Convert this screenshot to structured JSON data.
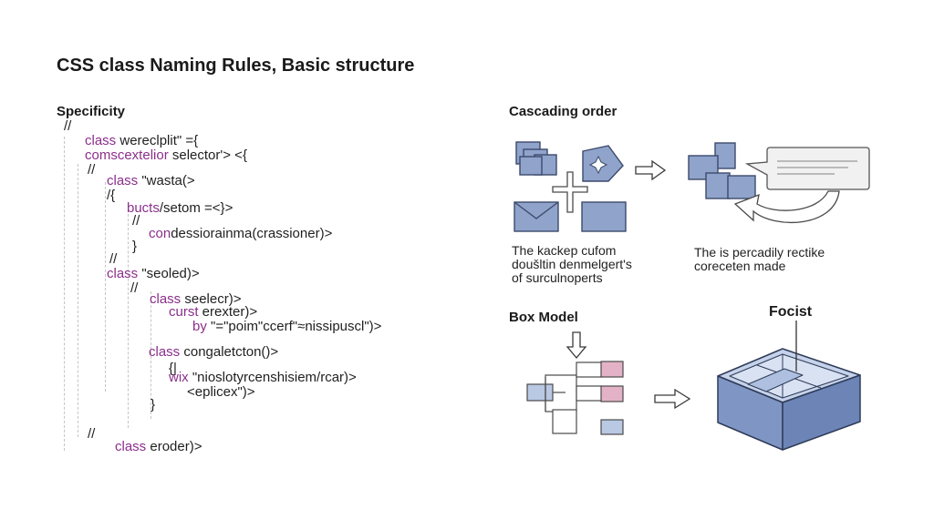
{
  "title": "CSS class Naming Rules, Basic structure",
  "sections": {
    "specificity": "Specificity",
    "cascading": "Cascading order",
    "box_model": "Box Model",
    "focist": "Focist"
  },
  "code_lines": [
    {
      "kw": "",
      "text": "//"
    },
    {
      "kw": "class",
      "text": " wereclplit\" ={"
    },
    {
      "kw": "comscextelior",
      "text": " selector'> <{"
    },
    {
      "kw": "",
      "text": "//"
    },
    {
      "kw": "class",
      "text": " \"wasta(>"
    },
    {
      "kw": "",
      "text": "/{"
    },
    {
      "kw": "bucts",
      "text": "/setom =<}>"
    },
    {
      "kw": "",
      "text": "//"
    },
    {
      "kw": "con",
      "text": "dessiorainma(crassioner)>"
    },
    {
      "kw": "",
      "text": "}"
    },
    {
      "kw": "",
      "text": "//"
    },
    {
      "kw": "class",
      "text": " \"seoled)>"
    },
    {
      "kw": "",
      "text": "//"
    },
    {
      "kw": "class",
      "text": " seelecr)>"
    },
    {
      "kw": "curst",
      "text": " erexter)>"
    },
    {
      "kw": "by",
      "text": " \"=\"poim\"ccerf\"≈nissipuscl\")>"
    },
    {
      "kw": "class",
      "text": " congaletcton()>"
    },
    {
      "kw": "",
      "text": "{|"
    },
    {
      "kw": "wix",
      "text": " \"nioslotyrcenshisiem/rcar)>"
    },
    {
      "kw": "",
      "text": "<eplicex\")>"
    },
    {
      "kw": "",
      "text": "}"
    },
    {
      "kw": "",
      "text": "//"
    },
    {
      "kw": "class",
      "text": " eroder)>"
    }
  ],
  "captions": {
    "cascade_left": "The kackep cufom\ndoušltin denmelgert's\nof surculnoperts",
    "cascade_right": "The is percadily rectike\ncoreceten made"
  },
  "colors": {
    "keyword": "#8b2f8b",
    "blue_fill": "#8fa3cb",
    "blue_dark": "#3c4a6b",
    "pink_fill": "#e4b2c6",
    "light_blue": "#b9c8e3"
  },
  "icons": [
    "stacked-squares-icon",
    "sparkle-tag-icon",
    "envelope-icon",
    "cross-icon",
    "right-arrow-icon",
    "message-panel-icon",
    "curved-arrow-icon",
    "down-arrow-icon",
    "isometric-box-icon"
  ]
}
